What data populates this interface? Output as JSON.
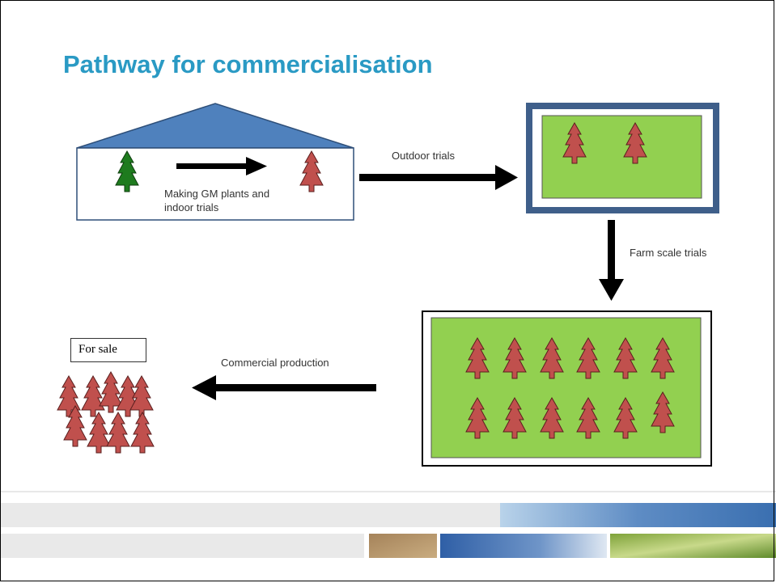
{
  "slide": {
    "title": "Pathway for commercialisation"
  },
  "labels": {
    "indoor": "Making GM plants and indoor trials",
    "indoor_line1": "Making GM plants and",
    "indoor_line2": "indoor trials",
    "outdoor": "Outdoor trials",
    "farm": "Farm scale trials",
    "commercial": "Commercial production",
    "for_sale": "For sale"
  },
  "colors": {
    "title": "#2a9ac4",
    "roof": "#4f81bd",
    "field_green": "#92d050",
    "tree_red": "#c0504d",
    "tree_green": "#1e7b1e",
    "field_border": "#3f5f8a"
  },
  "icons": {
    "gm_tree": "green-tree-icon",
    "trial_tree": "red-tree-icon"
  }
}
